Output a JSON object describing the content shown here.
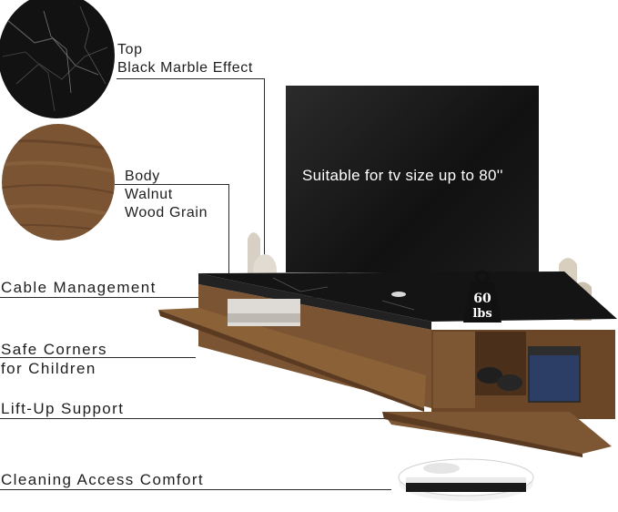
{
  "callouts": {
    "top": {
      "line1": "Top",
      "line2": "Black Marble Effect"
    },
    "body": {
      "line1": "Body",
      "line2": "Walnut",
      "line3": "Wood Grain"
    },
    "cable": "Cable Management",
    "safe": {
      "line1": "Safe Corners",
      "line2": "for Children"
    },
    "lift": "Lift-Up Support",
    "cleaning": "Cleaning Access Comfort"
  },
  "tv": {
    "caption": "Suitable for tv size up to 80''"
  },
  "weight": {
    "value": "60",
    "unit": "lbs"
  },
  "colors": {
    "marble": "#161616",
    "walnut": "#7a5433",
    "walnut_dark": "#5b3c22",
    "line": "#2a2a2a"
  },
  "icons": [
    "marble-swatch",
    "walnut-swatch",
    "weight-icon"
  ]
}
